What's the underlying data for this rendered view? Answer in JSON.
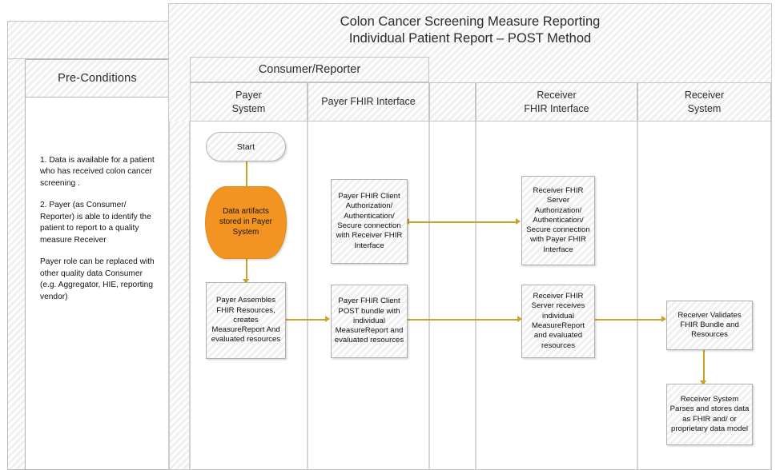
{
  "preconditions": {
    "title": "Pre-Conditions",
    "paragraphs": [
      "1. Data is available for a patient who has received colon cancer screening .",
      "2. Payer (as Consumer/ Reporter) is able to identify the patient to report to a quality measure Receiver",
      "Payer role can be replaced with other quality data Consumer (e.g. Aggregator, HIE, reporting vendor)"
    ]
  },
  "diagram": {
    "title_line1": "Colon Cancer Screening Measure Reporting",
    "title_line2": "Individual Patient Report – POST Method",
    "phase_label": "Consumer/Reporter",
    "lanes": [
      {
        "id": "payer-system",
        "label": "Payer\nSystem"
      },
      {
        "id": "payer-fhir-interface",
        "label": "Payer  FHIR Interface"
      },
      {
        "id": "spacer-lane",
        "label": ""
      },
      {
        "id": "receiver-fhir-interface",
        "label": "Receiver\nFHIR Interface"
      },
      {
        "id": "receiver-system",
        "label": "Receiver\nSystem"
      }
    ],
    "nodes": [
      {
        "id": "start",
        "lane": "payer-system",
        "shape": "terminator",
        "text": "Start"
      },
      {
        "id": "data-artifacts",
        "lane": "payer-system",
        "shape": "store",
        "text": "Data artifacts stored in Payer System"
      },
      {
        "id": "payer-assembles",
        "lane": "payer-system",
        "shape": "process",
        "text": "Payer Assembles FHIR Resources, creates MeasureReport And evaluated resources"
      },
      {
        "id": "payer-client-auth",
        "lane": "payer-fhir-interface",
        "shape": "process",
        "text": "Payer FHIR Client Authorization/ Authentication/ Secure connection with Receiver FHIR Interface"
      },
      {
        "id": "payer-client-post",
        "lane": "payer-fhir-interface",
        "shape": "process",
        "text": "Payer FHIR Client POST bundle with individual MeasureReport and evaluated resources"
      },
      {
        "id": "receiver-server-auth",
        "lane": "receiver-fhir-interface",
        "shape": "process",
        "text": "Receiver FHIR Server Authorization/ Authentication/ Secure connection with Payer FHIR Interface"
      },
      {
        "id": "receiver-server-recv",
        "lane": "receiver-fhir-interface",
        "shape": "process",
        "text": "Receiver FHIR Server receives individual MeasureReport and evaluated resources"
      },
      {
        "id": "receiver-validates",
        "lane": "receiver-system",
        "shape": "process",
        "text": "Receiver Validates FHIR Bundle and Resources"
      },
      {
        "id": "receiver-parses",
        "lane": "receiver-system",
        "shape": "process",
        "text": "Receiver System Parses and stores data as FHIR and/ or proprietary data model"
      }
    ],
    "connectors": [
      {
        "from": "start",
        "to": "data-artifacts",
        "direction": "down"
      },
      {
        "from": "data-artifacts",
        "to": "payer-assembles",
        "direction": "down"
      },
      {
        "from": "payer-assembles",
        "to": "payer-client-post",
        "direction": "right"
      },
      {
        "from": "payer-client-post",
        "to": "receiver-server-recv",
        "direction": "right"
      },
      {
        "from": "receiver-server-recv",
        "to": "receiver-validates",
        "direction": "right"
      },
      {
        "from": "payer-client-auth",
        "to": "receiver-server-auth",
        "direction": "both"
      },
      {
        "from": "receiver-validates",
        "to": "receiver-parses",
        "direction": "down"
      }
    ]
  },
  "colors": {
    "store_fill": "#F39422",
    "connector": "#C9A227",
    "node_border": "#B0B0B0",
    "lane_border": "#C4C4C4",
    "text": "#1A1A1A"
  }
}
